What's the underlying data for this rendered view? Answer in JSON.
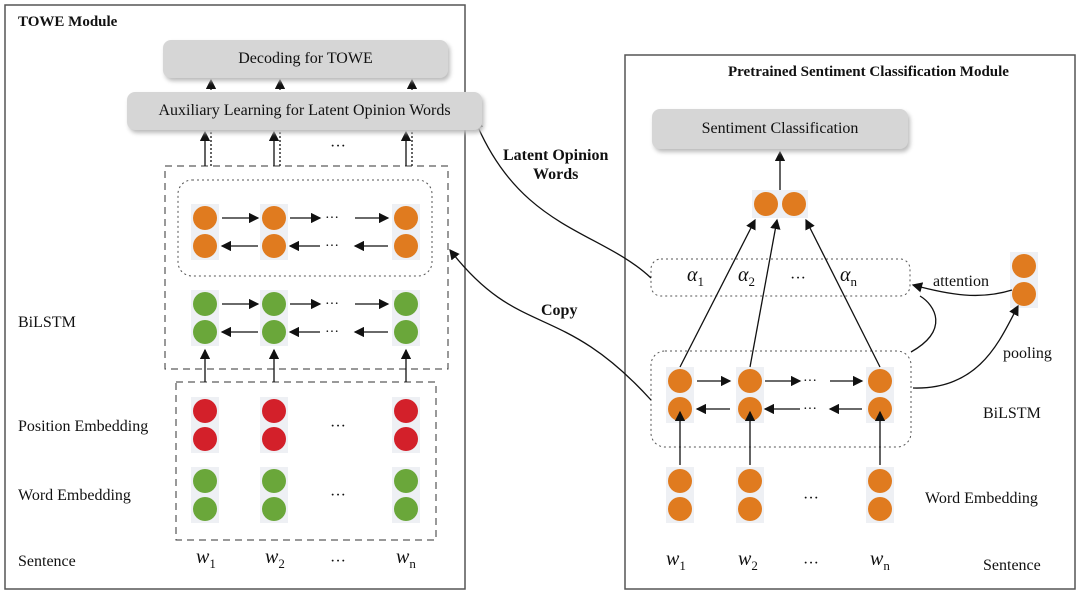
{
  "left_module": {
    "title": "TOWE Module",
    "decoding_box": "Decoding for TOWE",
    "auxiliary_box": "Auxiliary Learning for Latent Opinion Words",
    "bilstm_label": "BiLSTM",
    "position_embedding_label": "Position Embedding",
    "word_embedding_label": "Word Embedding",
    "sentence_label": "Sentence",
    "words": [
      {
        "base": "w",
        "sub": "1"
      },
      {
        "base": "w",
        "sub": "2"
      },
      {
        "base": "w",
        "sub": "n"
      }
    ],
    "ellipsis": "···"
  },
  "right_module": {
    "title": "Pretrained Sentiment Classification Module",
    "classification_box": "Sentiment Classification",
    "attention_label": "attention",
    "pooling_label": "pooling",
    "bilstm_label": "BiLSTM",
    "word_embedding_label": "Word Embedding",
    "sentence_label": "Sentence",
    "alphas": [
      {
        "base": "α",
        "sub": "1"
      },
      {
        "base": "α",
        "sub": "2"
      },
      {
        "base": "α",
        "sub": "n"
      }
    ],
    "words": [
      {
        "base": "w",
        "sub": "1"
      },
      {
        "base": "w",
        "sub": "2"
      },
      {
        "base": "w",
        "sub": "n"
      }
    ],
    "ellipsis": "···"
  },
  "connectors": {
    "latent_opinion_words": "Latent Opinion\nWords",
    "latent_line1": "Latent Opinion",
    "latent_line2": "Words",
    "copy": "Copy"
  },
  "colors": {
    "orange": "#e07b1f",
    "green": "#6aa73a",
    "red": "#d3202a",
    "box": "#d6d6d6"
  }
}
